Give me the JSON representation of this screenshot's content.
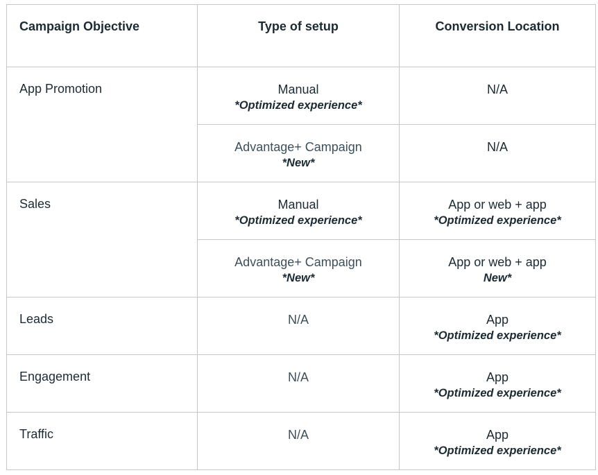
{
  "headers": {
    "objective": "Campaign Objective",
    "setup": "Type of setup",
    "location": "Conversion Location"
  },
  "groups": [
    {
      "objective": "App Promotion",
      "rows": [
        {
          "setup": {
            "main": "Manual",
            "note": "*Optimized experience*"
          },
          "location": {
            "main": "N/A",
            "note": ""
          }
        },
        {
          "setup": {
            "main": "Advantage+ Campaign",
            "note": "*New*"
          },
          "location": {
            "main": "N/A",
            "note": ""
          }
        }
      ]
    },
    {
      "objective": "Sales",
      "rows": [
        {
          "setup": {
            "main": "Manual",
            "note": "*Optimized experience*"
          },
          "location": {
            "main": "App or web + app",
            "note": "*Optimized experience*"
          }
        },
        {
          "setup": {
            "main": "Advantage+ Campaign",
            "note": "*New*"
          },
          "location": {
            "main": "App or web + app",
            "note": "New*"
          }
        }
      ]
    },
    {
      "objective": "Leads",
      "rows": [
        {
          "setup": {
            "main": "N/A",
            "note": ""
          },
          "location": {
            "main": "App",
            "note": "*Optimized experience*"
          }
        }
      ]
    },
    {
      "objective": "Engagement",
      "rows": [
        {
          "setup": {
            "main": "N/A",
            "note": ""
          },
          "location": {
            "main": "App",
            "note": "*Optimized experience*"
          }
        }
      ]
    },
    {
      "objective": "Traffic",
      "rows": [
        {
          "setup": {
            "main": "N/A",
            "note": ""
          },
          "location": {
            "main": "App",
            "note": "*Optimized experience*"
          }
        }
      ]
    }
  ]
}
